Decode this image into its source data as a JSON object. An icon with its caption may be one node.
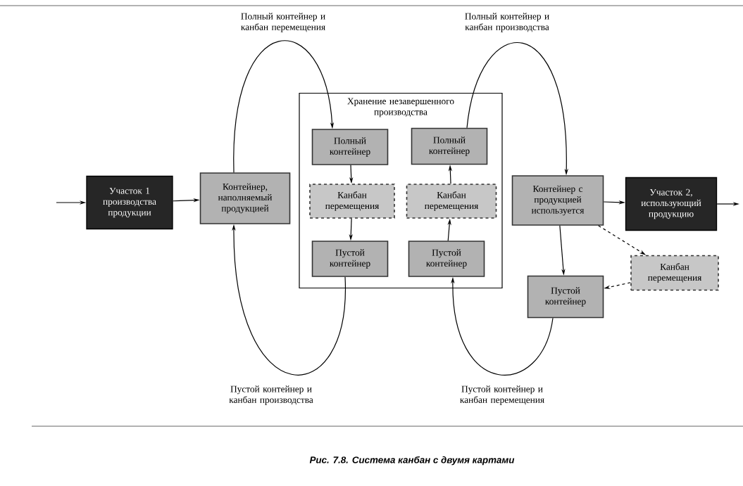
{
  "diagram": {
    "caption": "Рис. 7.8. Система канбан с двумя картами",
    "nodes": [
      {
        "text": [
          "Участок 1 производства продукции"
        ]
      },
      {
        "text": [
          "Контейнер, наполняемый продукцией"
        ]
      },
      {
        "text": [
          "Хранение незавершенного производства"
        ]
      },
      {
        "text": [
          "Полный контейнер"
        ],
        "in": 2
      },
      {
        "text": [
          "Канбан перемещения"
        ],
        "in": 2
      },
      {
        "text": [
          "Пустой контейнер"
        ],
        "in": 2
      },
      {
        "text": [
          "Полный контейнер"
        ],
        "in": 2
      },
      {
        "text": [
          "Канбан перемещения"
        ],
        "in": 2
      },
      {
        "text": [
          "Пустой контейнер"
        ],
        "in": 2
      },
      {
        "text": [
          "Контейнер с продукцией используется"
        ]
      },
      {
        "text": [
          "Участок 2, использующий продукцию"
        ]
      },
      {
        "text": [
          "Канбан перемещения"
        ]
      },
      {
        "text": [
          "Пустой контейнер"
        ]
      }
    ],
    "edges": [
      {
        "from": null,
        "to": 0,
        "arrow": "to"
      },
      {
        "from": 0,
        "to": 1,
        "arrow": "to"
      },
      {
        "from": 1,
        "to": 3,
        "arrow": "to",
        "label": "Полный контейнер и канбан перемещения"
      },
      {
        "from": 3,
        "to": 4,
        "arrow": "to"
      },
      {
        "from": 4,
        "to": 5,
        "arrow": "to"
      },
      {
        "from": 5,
        "to": 1,
        "arrow": "to",
        "label": "Пустой контейнер и канбан производства"
      },
      {
        "from": 6,
        "to": 9,
        "arrow": "to",
        "label": "Полный контейнер и канбан производства"
      },
      {
        "from": 8,
        "to": 7,
        "arrow": "to"
      },
      {
        "from": 7,
        "to": 6,
        "arrow": "to"
      },
      {
        "from": 12,
        "to": 8,
        "arrow": "to",
        "label": "Пустой контейнер и канбан перемещения"
      },
      {
        "from": 9,
        "to": 10,
        "arrow": "to"
      },
      {
        "from": 10,
        "to": null,
        "arrow": "to"
      },
      {
        "from": 9,
        "to": 12,
        "arrow": "to"
      },
      {
        "from": 9,
        "to": 11,
        "arrow": "to",
        "style": "dashed"
      },
      {
        "from": 11,
        "to": 12,
        "arrow": "to",
        "style": "dashed"
      }
    ]
  }
}
